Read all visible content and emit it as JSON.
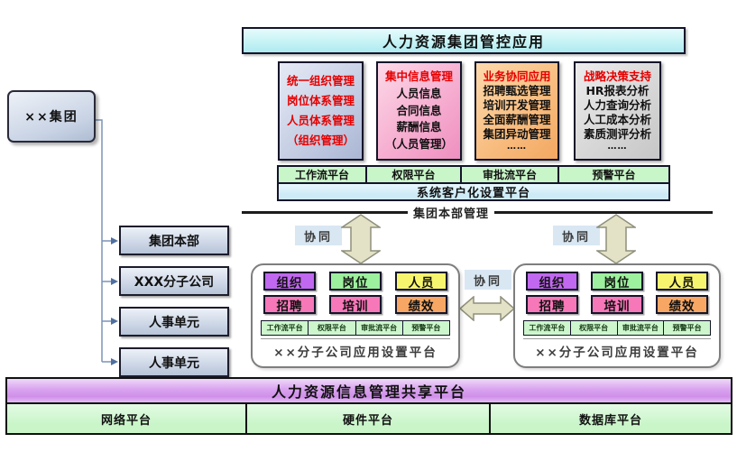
{
  "header": {
    "title": "人力资源集团管控应用"
  },
  "group": {
    "label": "××集团"
  },
  "org_units": [
    "集团本部",
    "XXX分子公司",
    "人事单元",
    "人事单元"
  ],
  "app_boxes": [
    {
      "heading": "",
      "lines": [
        "统一组织管理",
        "岗位体系管理",
        "人员体系管理",
        "（组织管理）"
      ]
    },
    {
      "heading": "集中信息管理",
      "lines": [
        "人员信息",
        "合同信息",
        "薪酬信息",
        "（人员管理）"
      ]
    },
    {
      "heading": "业务协同应用",
      "lines": [
        "招聘甄选管理",
        "培训开发管理",
        "全面薪酬管理",
        "集团异动管理",
        "……"
      ]
    },
    {
      "heading": "战略决策支持",
      "lines": [
        "HR报表分析",
        "人力查询分析",
        "人工成本分析",
        "素质测评分析",
        "……"
      ]
    }
  ],
  "hq_platforms": [
    "工作流平台",
    "权限平台",
    "审批流平台",
    "预警平台"
  ],
  "customization_bar": "系统客户化设置平台",
  "divider": {
    "label": "集团本部管理"
  },
  "collaboration": {
    "left": "协同",
    "right": "协同",
    "middle": "协同"
  },
  "panels": [
    {
      "modules": [
        "组织",
        "岗位",
        "人员",
        "招聘",
        "培训",
        "绩效"
      ],
      "platforms": [
        "工作流平台",
        "权限平台",
        "审批流平台",
        "预警平台"
      ],
      "caption": "××分子公司应用设置平台"
    },
    {
      "modules": [
        "组织",
        "岗位",
        "人员",
        "招聘",
        "培训",
        "绩效"
      ],
      "platforms": [
        "工作流平台",
        "权限平台",
        "审批流平台",
        "预警平台"
      ],
      "caption": "××分子公司应用设置平台"
    }
  ],
  "footer": {
    "shared_platform": "人力资源信息管理共享平台",
    "infra": [
      "网络平台",
      "硬件平台",
      "数据库平台"
    ]
  },
  "colors": {
    "heading_red": "#e60000",
    "title_fill": "#c6f3f5",
    "green_cell": "#c9f6c9",
    "cyan_bar": "#cdeaf6",
    "purple_bar": "#d9a3ef",
    "chip_purple": "#c168f0",
    "chip_green": "#9df09d",
    "chip_yellow": "#f7f56e",
    "chip_pink": "#f778b8",
    "chip_orange": "#f7a763",
    "arrow_fill": "#e3e2c6",
    "collab_bg": "#d9e7f3",
    "node_fill": "#c7d2e4",
    "connector": "#7b93b8"
  }
}
